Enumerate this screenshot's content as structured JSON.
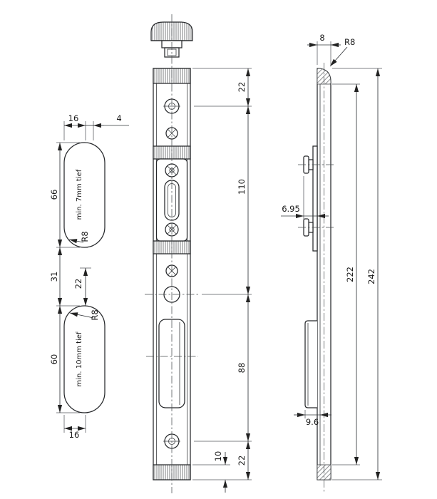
{
  "drawing": {
    "template_view": {
      "dim_width_16_top": "16",
      "dim_offset_4": "4",
      "dim_upper_slot_66": "66",
      "upper_slot_depth_note": "min. 7mm tief",
      "upper_slot_radius": "R8",
      "dim_gap_31": "31",
      "dim_22": "22",
      "lower_slot_radius": "R8",
      "dim_lower_slot_60": "60",
      "lower_slot_depth_note": "min. 10mm tief",
      "dim_width_16_bottom": "16"
    },
    "front_view": {
      "dim_top_22": "22",
      "dim_mid_110": "110",
      "dim_lower_88": "88",
      "dim_cap_10": "10",
      "dim_bottom_22": "22"
    },
    "side_view": {
      "dim_thickness_8": "8",
      "dim_corner_radius": "R8",
      "dim_cam_height_695": "6.95",
      "dim_inner_222": "222",
      "dim_overall_242": "242",
      "dim_keeper_depth_96": "9.6"
    }
  }
}
